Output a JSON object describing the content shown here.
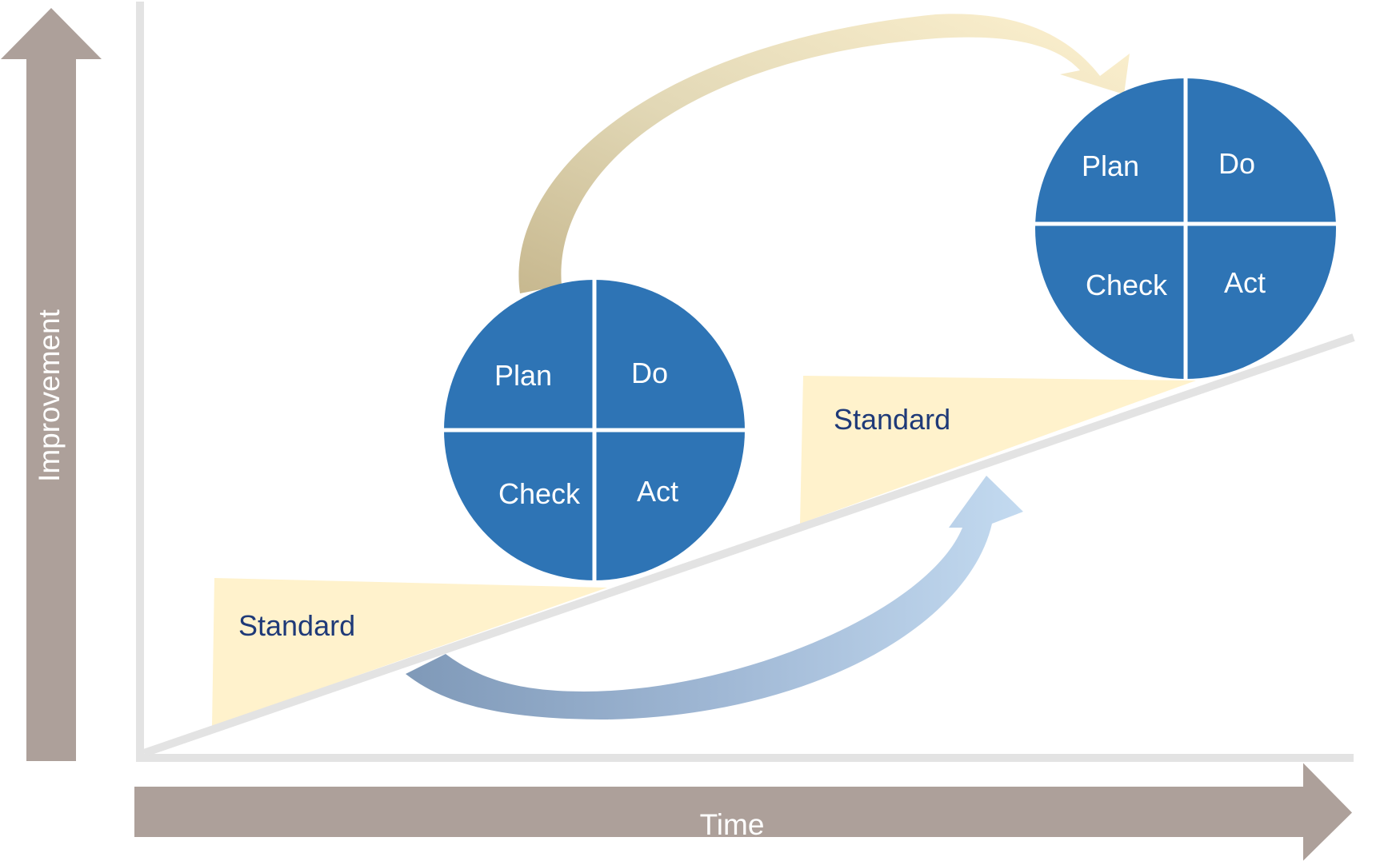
{
  "axes": {
    "y_label": "Improvement",
    "x_label": "Time"
  },
  "standards": [
    {
      "label": "Standard"
    },
    {
      "label": "Standard"
    }
  ],
  "pdca_cycles": [
    {
      "plan": "Plan",
      "do": "Do",
      "check": "Check",
      "act": "Act"
    },
    {
      "plan": "Plan",
      "do": "Do",
      "check": "Check",
      "act": "Act"
    }
  ],
  "colors": {
    "cycle_fill": "#2e74b5",
    "axis_arrow": "#ada09a",
    "standard_wedge": "#fff2cc",
    "standard_text": "#1f3a78",
    "baseline": "#e3e3e3",
    "top_arrow": "#cfc3a0",
    "bottom_arrow": "#9fbde0"
  }
}
